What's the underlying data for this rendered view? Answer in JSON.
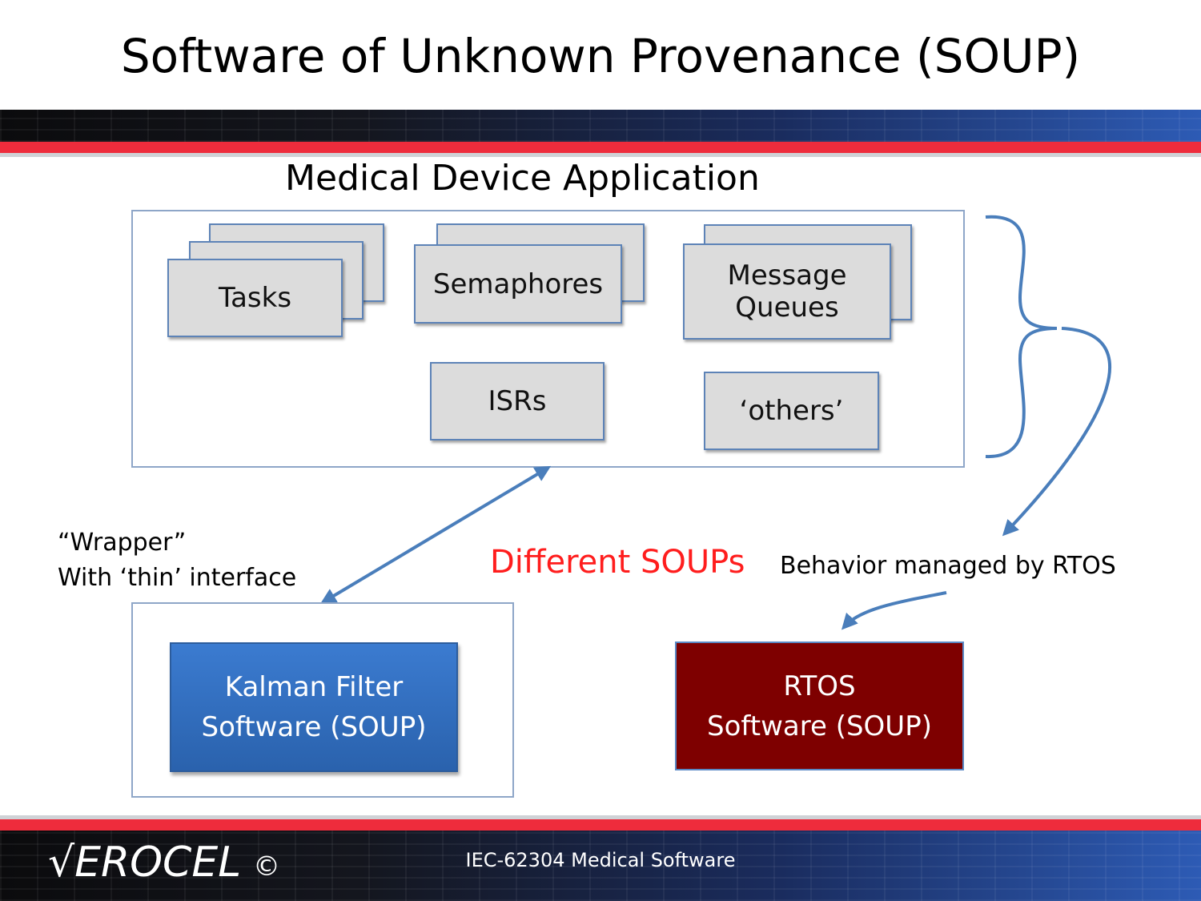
{
  "slide": {
    "title": "Software of Unknown Provenance (SOUP)",
    "app_title": "Medical Device Application"
  },
  "components": {
    "tasks": "Tasks",
    "semaphores": "Semaphores",
    "message_queues_line1": "Message",
    "message_queues_line2": "Queues",
    "isrs": "ISRs",
    "others": "‘others’"
  },
  "notes": {
    "wrapper_line1": "“Wrapper”",
    "wrapper_line2": "With ‘thin’ interface",
    "different_soups": "Different SOUPs",
    "behavior": "Behavior managed by RTOS"
  },
  "soups": {
    "kalman_line1": "Kalman Filter",
    "kalman_line2": "Software (SOUP)",
    "rtos_line1": "RTOS",
    "rtos_line2": "Software (SOUP)"
  },
  "footer": {
    "logo": "√EROCEL",
    "copyright": "©",
    "course": "IEC-62304 Medical Software"
  },
  "colors": {
    "red_band": "#ee2c3c",
    "different_soups_text": "#ff1d1d",
    "kalman_fill": "#3b7bd0",
    "rtos_fill": "#7e0000",
    "arrow": "#4a7ebb"
  }
}
